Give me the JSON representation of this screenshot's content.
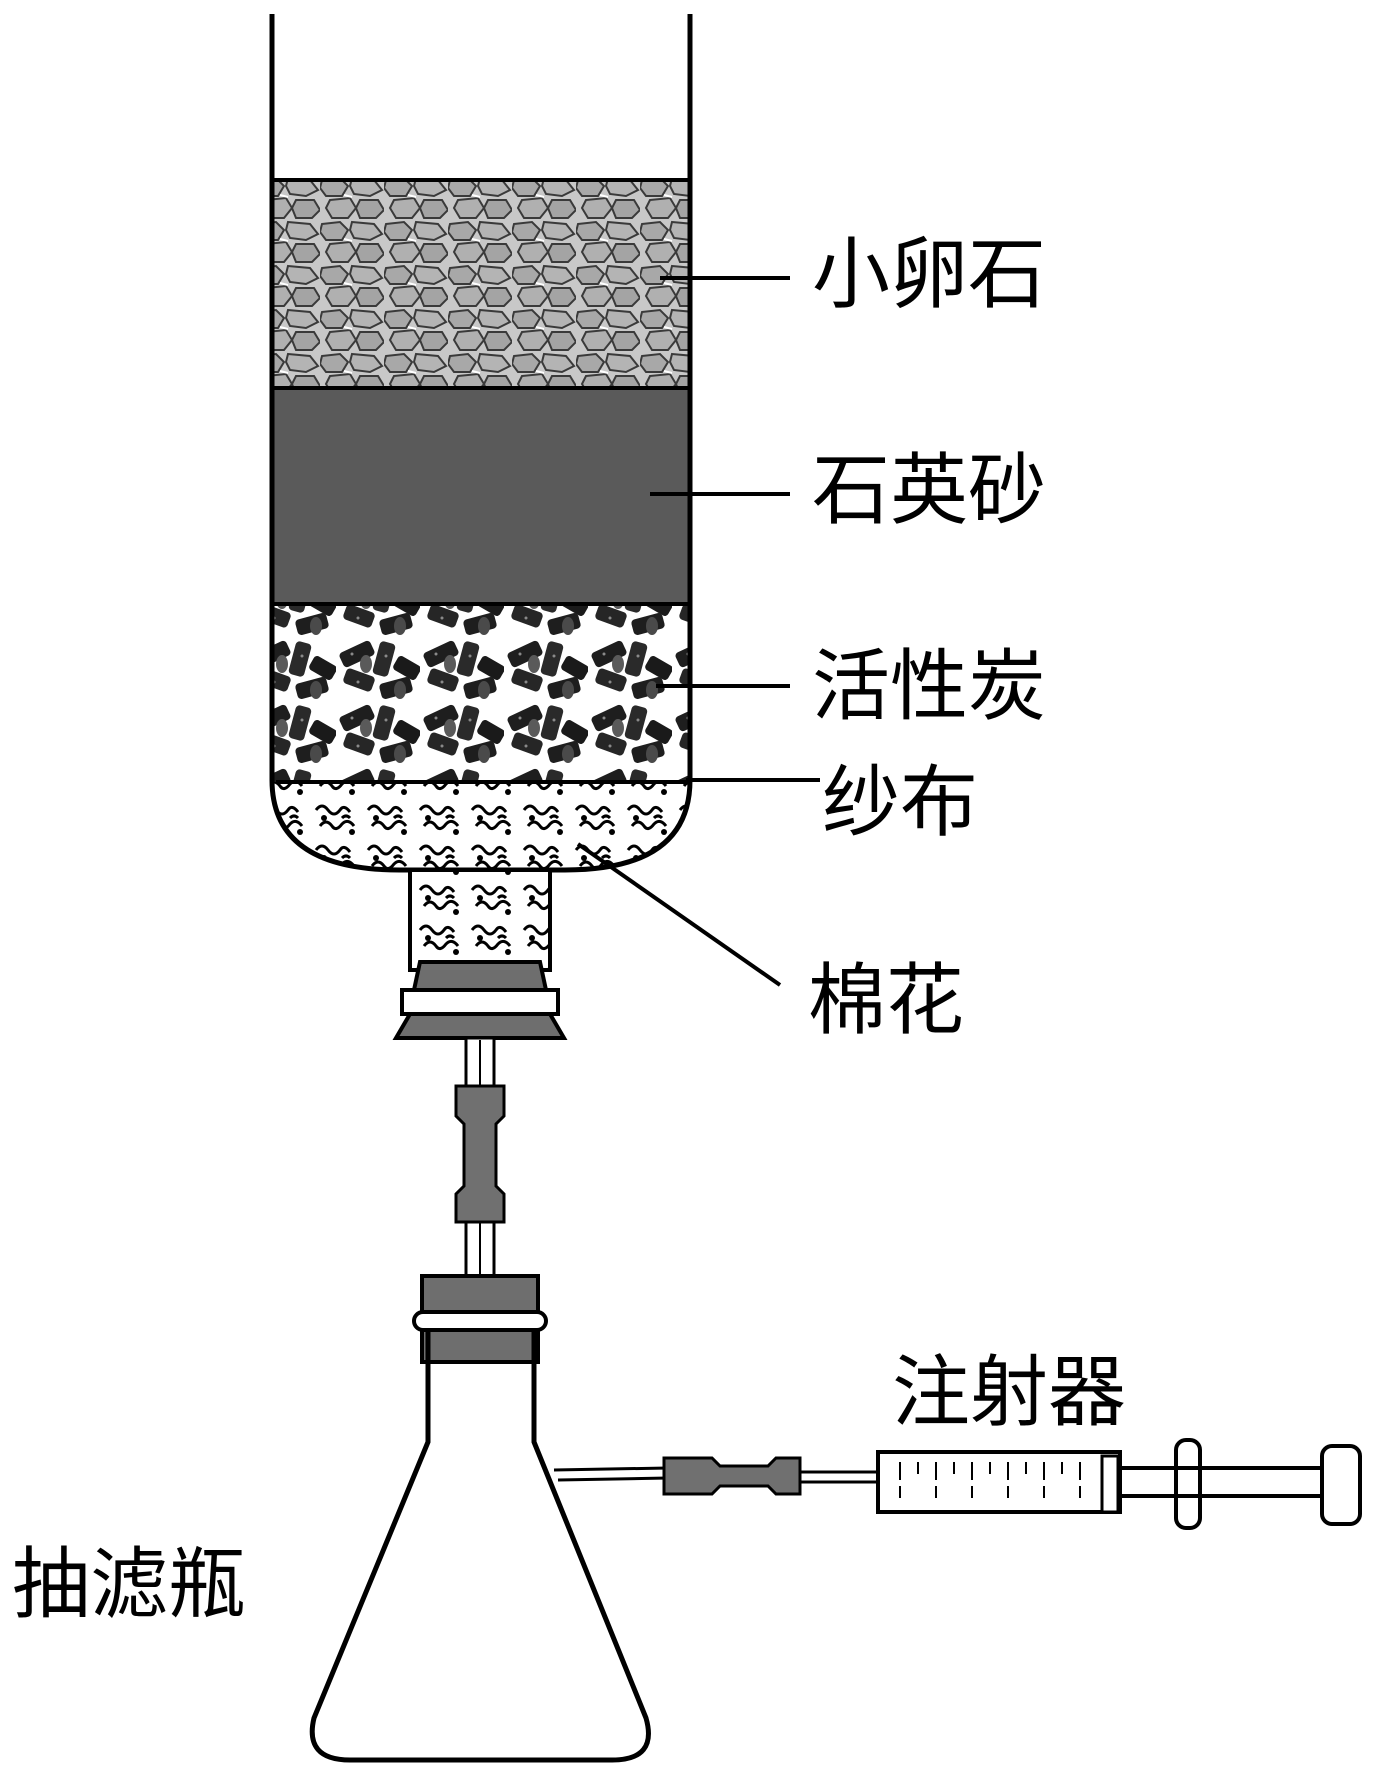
{
  "labels": {
    "pebbles": "小卵石",
    "quartz_sand": "石英砂",
    "activated_carbon": "活性炭",
    "gauze": "纱布",
    "cotton": "棉花",
    "syringe": "注射器",
    "suction_flask": "抽滤瓶"
  },
  "colors": {
    "pebble_fill": "#c8c8c8",
    "pebble_stone": "#a8a8a8",
    "quartz_sand": "#5a5a5a",
    "carbon_dark": "#1e1e1e",
    "carbon_mid": "#4a4a4a",
    "stopper": "#6e6e6e",
    "rubber_tube": "#707070",
    "outline": "#000000"
  }
}
